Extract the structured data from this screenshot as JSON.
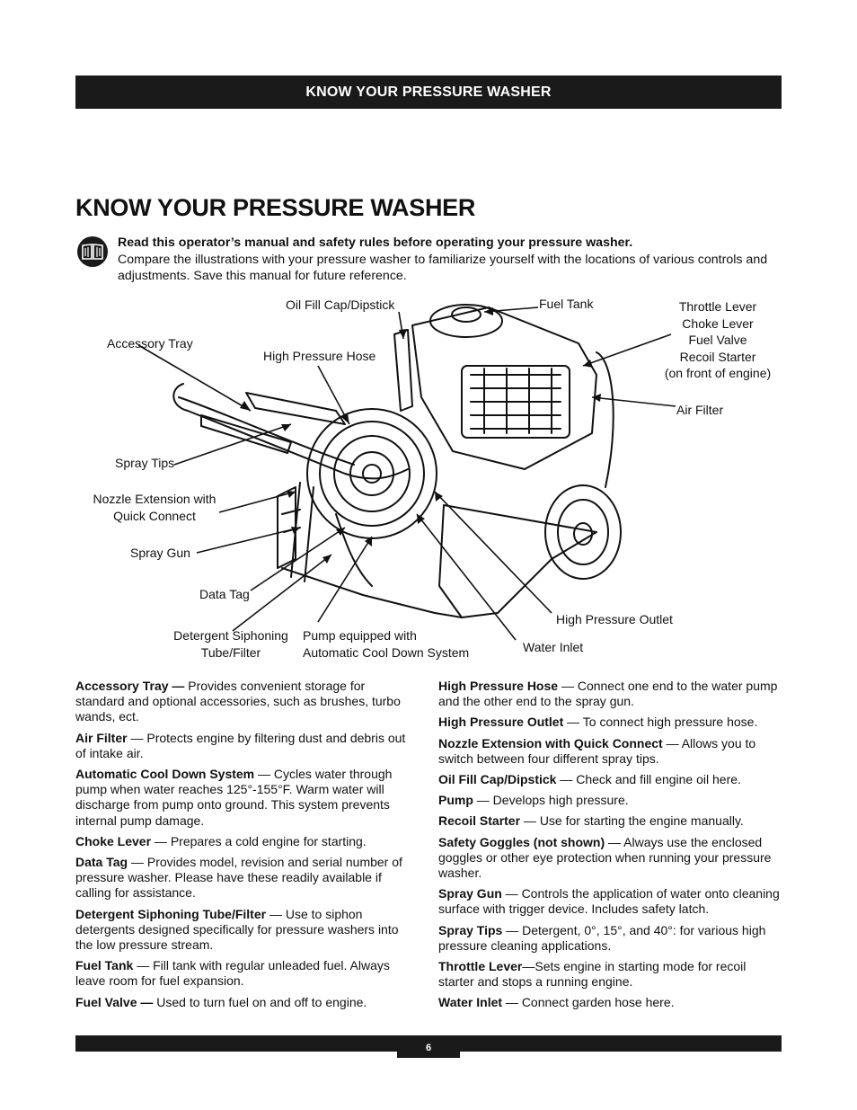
{
  "header": {
    "title": "KNOW YOUR PRESSURE WASHER"
  },
  "page_title": "KNOW YOUR PRESSURE WASHER",
  "intro": {
    "bold": "Read this operator’s manual and safety rules before operating your pressure washer.",
    "text": "Compare the illustrations with your pressure washer to familiarize yourself with the locations of various controls and adjustments. Save this manual for future reference."
  },
  "diagram_labels": {
    "oil_fill": "Oil Fill Cap/Dipstick",
    "fuel_tank": "Fuel Tank",
    "throttle_group": [
      "Throttle Lever",
      "Choke Lever",
      "Fuel Valve",
      "Recoil Starter",
      "(on front of engine)"
    ],
    "accessory_tray": "Accessory Tray",
    "high_pressure_hose": "High Pressure Hose",
    "air_filter": "Air Filter",
    "spray_tips": "Spray Tips",
    "nozzle_extension": [
      "Nozzle Extension with",
      "Quick Connect"
    ],
    "spray_gun": "Spray Gun",
    "data_tag": "Data Tag",
    "high_pressure_outlet": "High Pressure Outlet",
    "detergent": [
      "Detergent Siphoning",
      "Tube/Filter"
    ],
    "pump": [
      "Pump equipped with",
      "Automatic Cool Down System"
    ],
    "water_inlet": "Water Inlet"
  },
  "definitions_left": [
    {
      "term": "Accessory Tray —",
      "text": " Provides convenient storage for standard and optional accessories, such as brushes, turbo wands, ect."
    },
    {
      "term": "Air Filter",
      "text": " — Protects engine by filtering dust and debris out of intake air."
    },
    {
      "term": "Automatic Cool Down System",
      "text": " — Cycles water through pump when water reaches 125°-155°F. Warm water will discharge from pump onto ground. This system prevents internal pump damage."
    },
    {
      "term": "Choke Lever",
      "text": " — Prepares a cold engine for starting."
    },
    {
      "term": "Data Tag",
      "text": " — Provides model, revision and serial number of pressure washer. Please have these readily available if calling for assistance."
    },
    {
      "term": "Detergent Siphoning Tube/Filter",
      "text": " — Use to siphon detergents designed specifically for pressure washers into the low pressure stream."
    },
    {
      "term": "Fuel Tank",
      "text": " — Fill tank with regular unleaded fuel. Always leave room for fuel expansion."
    },
    {
      "term": "Fuel Valve —",
      "text": " Used to turn fuel on and off to engine."
    }
  ],
  "definitions_right": [
    {
      "term": "High Pressure Hose",
      "text": " — Connect one end to the water pump and the other end to the spray gun."
    },
    {
      "term": "High Pressure Outlet",
      "text": " — To connect high pressure hose."
    },
    {
      "term": "Nozzle Extension with Quick Connect",
      "text": " — Allows you to switch between four different spray tips."
    },
    {
      "term": "Oil Fill Cap/Dipstick",
      "text": " — Check and fill engine oil here."
    },
    {
      "term": "Pump",
      "text": " — Develops high pressure."
    },
    {
      "term": "Recoil Starter",
      "text": " — Use for starting the engine manually."
    },
    {
      "term": "Safety Goggles (not shown)",
      "text": " — Always use the enclosed goggles or other eye protection when running your pressure washer."
    },
    {
      "term": "Spray Gun",
      "text": " — Controls the application of water onto cleaning surface with trigger device. Includes safety latch."
    },
    {
      "term": "Spray Tips",
      "text": " — Detergent, 0°, 15°, and 40°: for various high pressure cleaning applications."
    },
    {
      "term": "Throttle Lever",
      "text": "—Sets engine in starting mode for recoil starter and stops a running engine."
    },
    {
      "term": "Water Inlet",
      "text": " — Connect garden hose here."
    }
  ],
  "footer": {
    "page_number": "6"
  }
}
